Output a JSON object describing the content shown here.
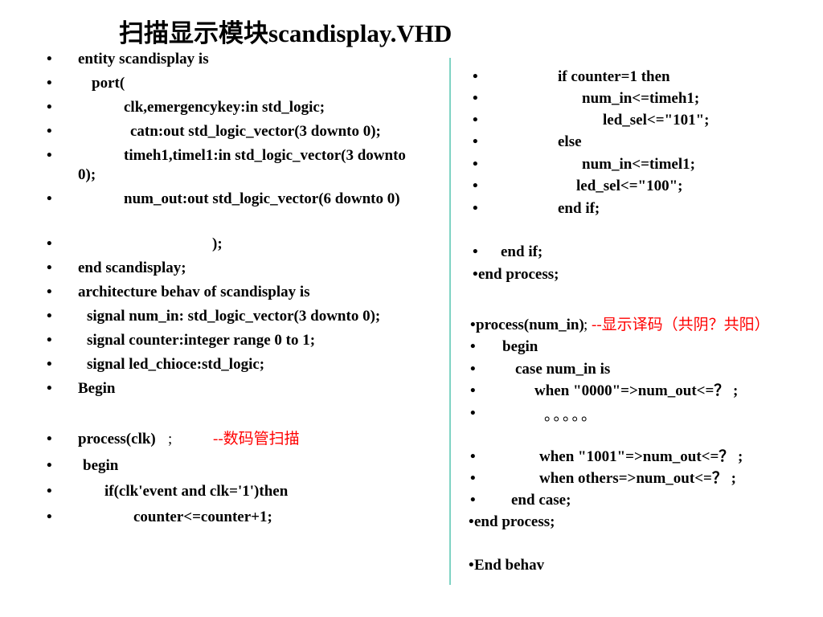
{
  "slide": {
    "title": "扫描显示模块scandisplay.VHD",
    "bullet": "•",
    "left": [
      "entity scandisplay is",
      "port(",
      "clk,emergencykey:in std_logic;",
      "catn:out std_logic_vector(3 downto 0);",
      "timeh1,timel1:in std_logic_vector(3 downto 0);",
      "num_out:out std_logic_vector(6 downto 0)",
      ");",
      "end scandisplay;",
      "architecture behav of scandisplay is",
      "signal num_in: std_logic_vector(3 downto 0);",
      "signal counter:integer range 0 to 1;",
      "signal led_chioce:std_logic;",
      "Begin",
      "process(clk)",
      " ;",
      "--数码管扫描",
      "begin",
      "if(clk'event and clk='1')then",
      "counter<=counter+1;"
    ],
    "right": [
      "if counter=1 then",
      "num_in<=timeh1;",
      "led_sel<=\"101\";",
      "else",
      "num_in<=timel1;",
      "led_sel<=\"100\";",
      "end if;",
      "end if;",
      "end process;",
      "process(num_in)",
      " ;",
      " --显示译码（共阴？共阳）",
      "begin",
      "case num_in is",
      "when \"0000\"=>num_out<=？ ;",
      "。。。。。",
      "when \"1001\"=>num_out<=？ ;",
      "when others=>num_out<=？ ;",
      "end case;",
      "end process;",
      "End behav"
    ]
  }
}
